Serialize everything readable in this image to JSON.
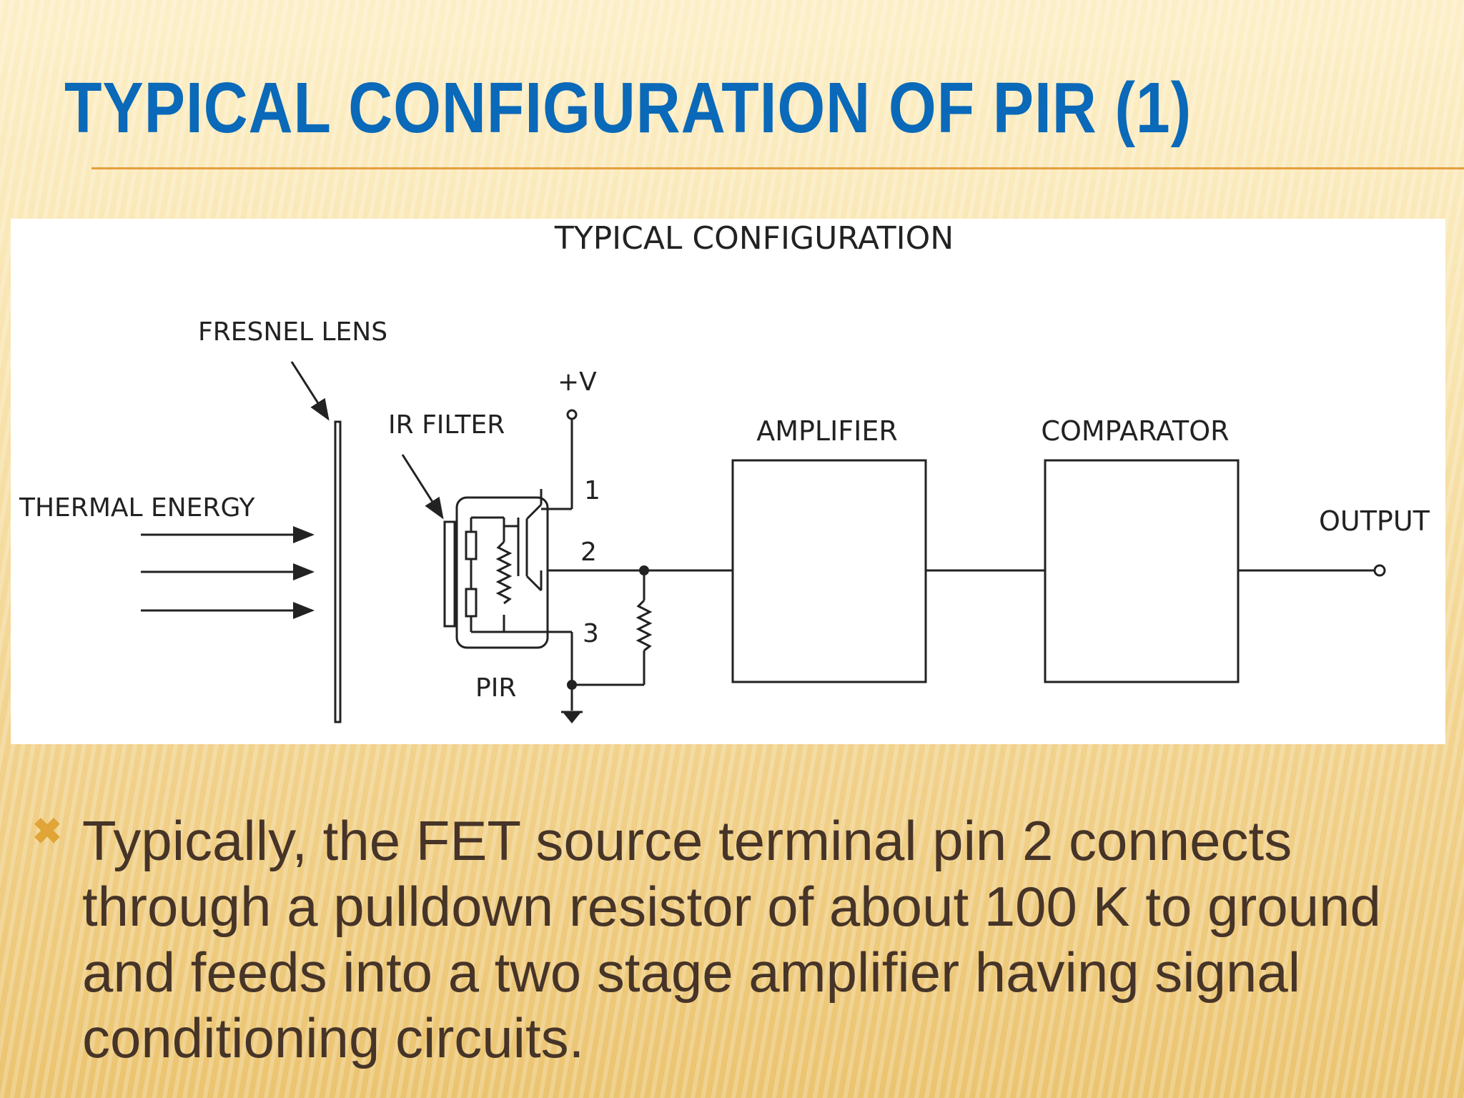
{
  "slide": {
    "title": "TYPICAL CONFIGURATION OF PIR (1)",
    "accent_color": "#0a69b8",
    "rule_color": "#e49f3b"
  },
  "diagram": {
    "heading": "TYPICAL CONFIGURATION",
    "labels": {
      "fresnel_lens": "FRESNEL LENS",
      "ir_filter": "IR FILTER",
      "thermal_energy": "THERMAL ENERGY",
      "supply": "+V",
      "pin_1": "1",
      "pin_2": "2",
      "pin_3": "3",
      "pir": "PIR",
      "amplifier": "AMPLIFIER",
      "comparator": "COMPARATOR",
      "output": "OUTPUT"
    }
  },
  "bullets": [
    {
      "marker_icon": "x-mark-icon",
      "text": "Typically, the FET source terminal pin 2 connects through a pulldown resistor of about 100 K to ground and feeds into a two stage amplifier having signal conditioning circuits."
    }
  ]
}
